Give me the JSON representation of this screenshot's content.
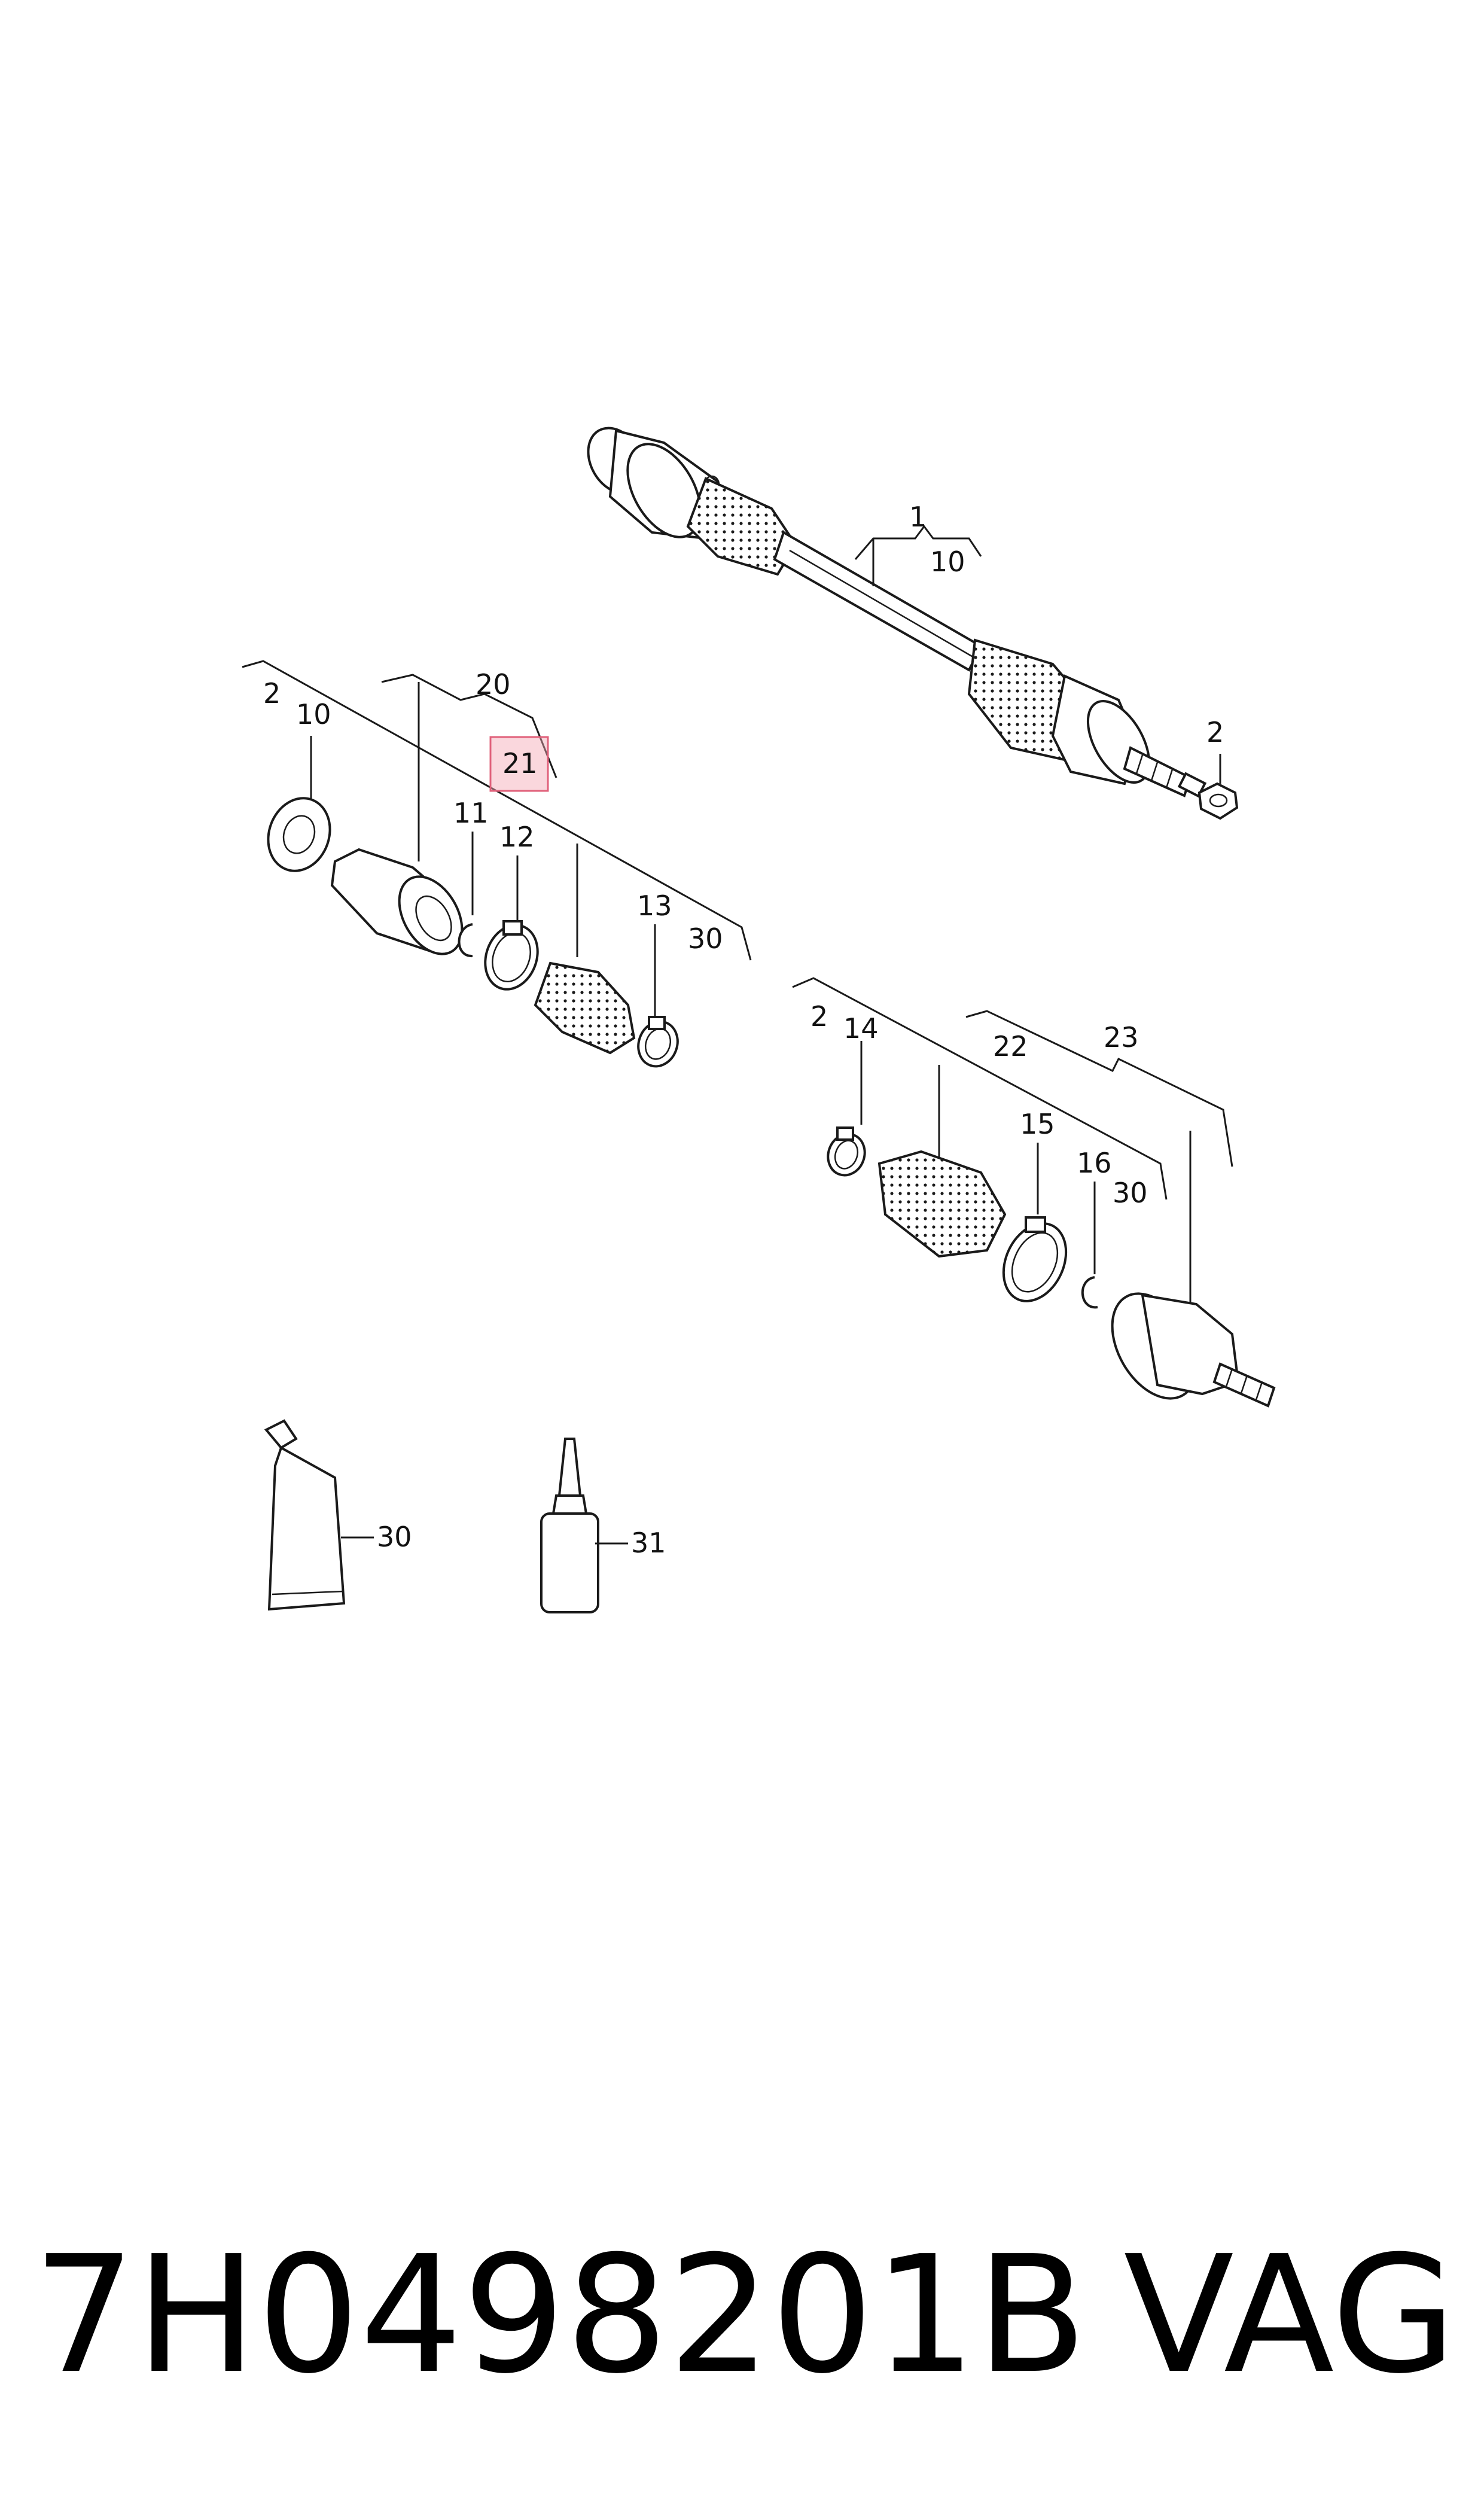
{
  "footer": {
    "part_number": "7H0498201B",
    "brand": "VAG"
  },
  "callouts": {
    "c1": "1",
    "c10_top": "10",
    "c2_nut": "2",
    "c2_left": "2",
    "c10_left": "10",
    "c20": "20",
    "c21": "21",
    "c11": "11",
    "c12": "12",
    "c13": "13",
    "c30_left": "30",
    "c2_right": "2",
    "c14": "14",
    "c22": "22",
    "c23": "23",
    "c15": "15",
    "c16": "16",
    "c30_right": "30",
    "c30_tube": "30",
    "c31": "31"
  },
  "highlight_color": "#f4a6b4"
}
